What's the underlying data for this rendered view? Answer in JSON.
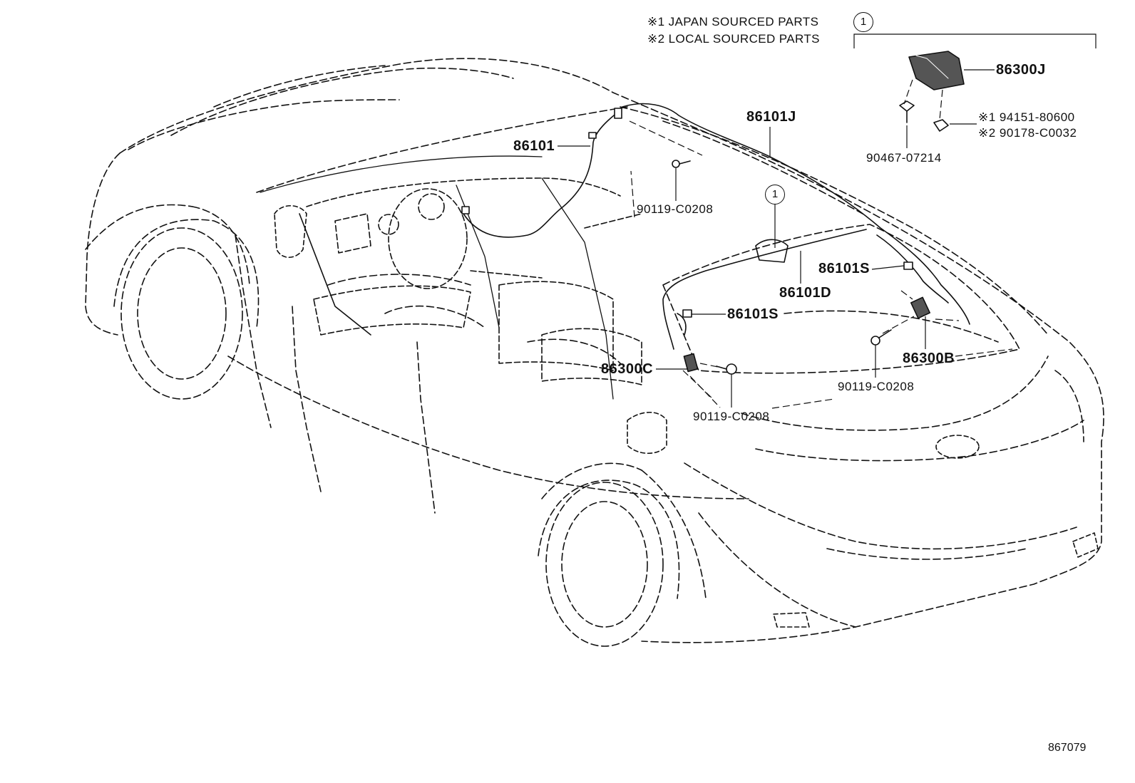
{
  "notes": {
    "japan": "※1 JAPAN SOURCED PARTS",
    "local": "※2 LOCAL SOURCED PARTS"
  },
  "callout_marker": "1",
  "parts": {
    "p86300J": "86300J",
    "p86101J": "86101J",
    "p86101": "86101",
    "p90119_top": "90119-C0208",
    "p94151": "※1 94151-80600",
    "p90178": "※2 90178-C0032",
    "p90467": "90467-07214",
    "p86101S_right": "86101S",
    "p86101D": "86101D",
    "p86101S_left": "86101S",
    "p86300B": "86300B",
    "p86300C": "86300C",
    "p90119_right": "90119-C0208",
    "p90119_bottom": "90119-C0208"
  },
  "figure_id": "867079",
  "icons": {
    "circle_marker": "circled-number-icon",
    "antenna_module": "antenna-module-icon",
    "bolt": "bolt-icon",
    "clip": "clip-icon",
    "nut": "nut-icon"
  }
}
